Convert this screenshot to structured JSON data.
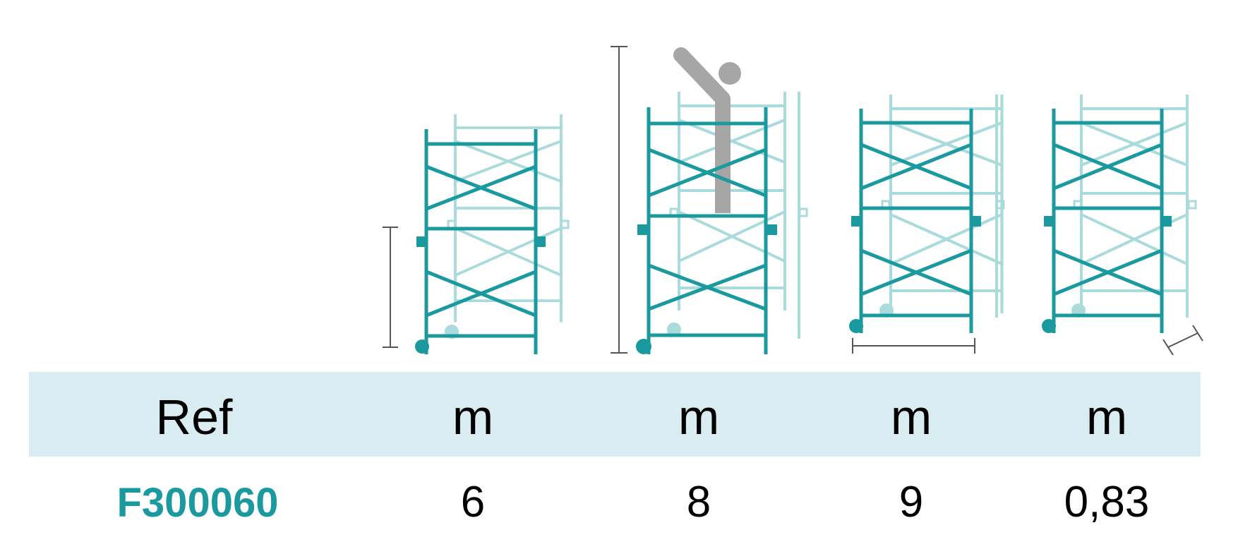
{
  "colors": {
    "frame": "#1a9a9e",
    "frame_light": "#a9dadc",
    "person": "#a6a6a6",
    "dimension": "#555555",
    "header_band": "#d8ecf1",
    "ref_text": "#1a9a9e"
  },
  "icons": {
    "scaffold_1": "scaffold-tower-icon",
    "scaffold_2": "scaffold-tower-with-worker-icon",
    "scaffold_3": "scaffold-tower-width-icon",
    "scaffold_4": "scaffold-tower-depth-icon"
  },
  "table": {
    "headers": [
      "Ref",
      "m",
      "m",
      "m",
      "m"
    ],
    "rows": [
      [
        "F300060",
        "6",
        "8",
        "9",
        "0,83"
      ]
    ]
  }
}
